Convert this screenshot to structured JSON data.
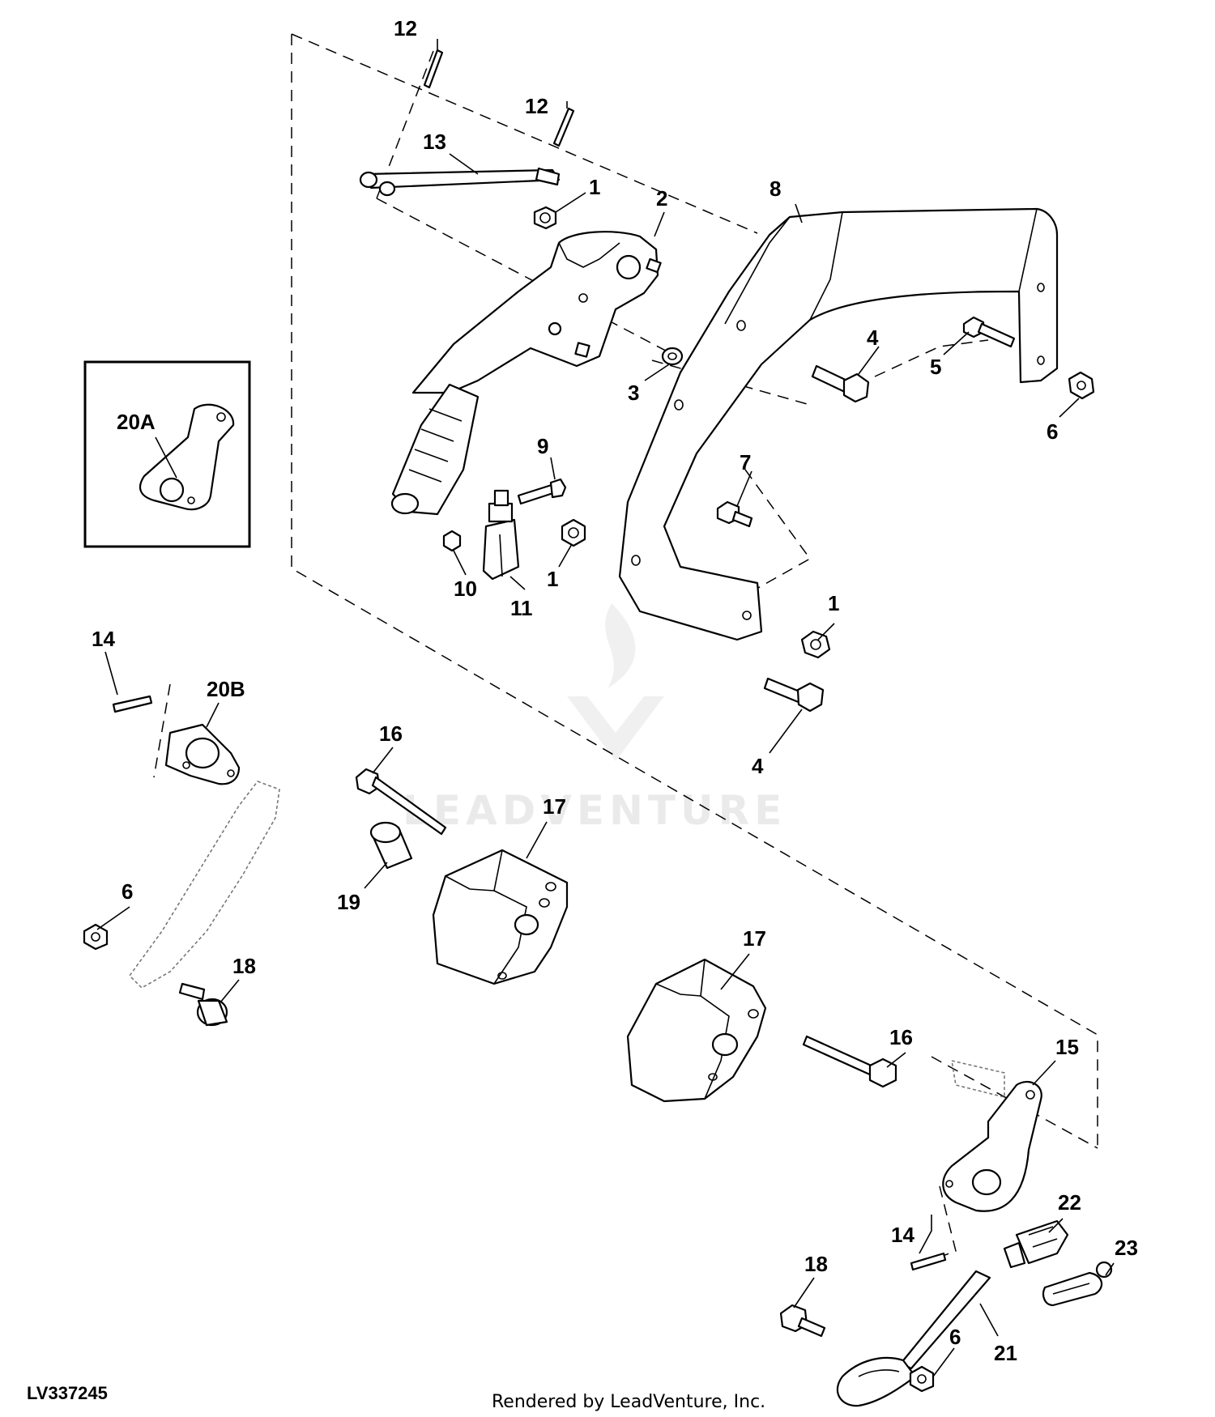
{
  "figure_id": "LV337245",
  "credit": "Rendered by LeadVenture, Inc.",
  "watermark": "LEADVENTURE",
  "callouts": {
    "c12a": "12",
    "c12b": "12",
    "c13": "13",
    "c1a": "1",
    "c2": "2",
    "c8": "8",
    "c4a": "4",
    "c5": "5",
    "c3": "3",
    "c6a": "6",
    "c9": "9",
    "c7": "7",
    "c1b": "1",
    "c10": "10",
    "c11": "11",
    "c1c": "1",
    "c4b": "4",
    "c20a": "20A",
    "c14a": "14",
    "c20b": "20B",
    "c16a": "16",
    "c17a": "17",
    "c19": "19",
    "c6b": "6",
    "c18a": "18",
    "c17b": "17",
    "c16b": "16",
    "c15": "15",
    "c14b": "14",
    "c22": "22",
    "c23": "23",
    "c18b": "18",
    "c6c": "6",
    "c21": "21"
  }
}
